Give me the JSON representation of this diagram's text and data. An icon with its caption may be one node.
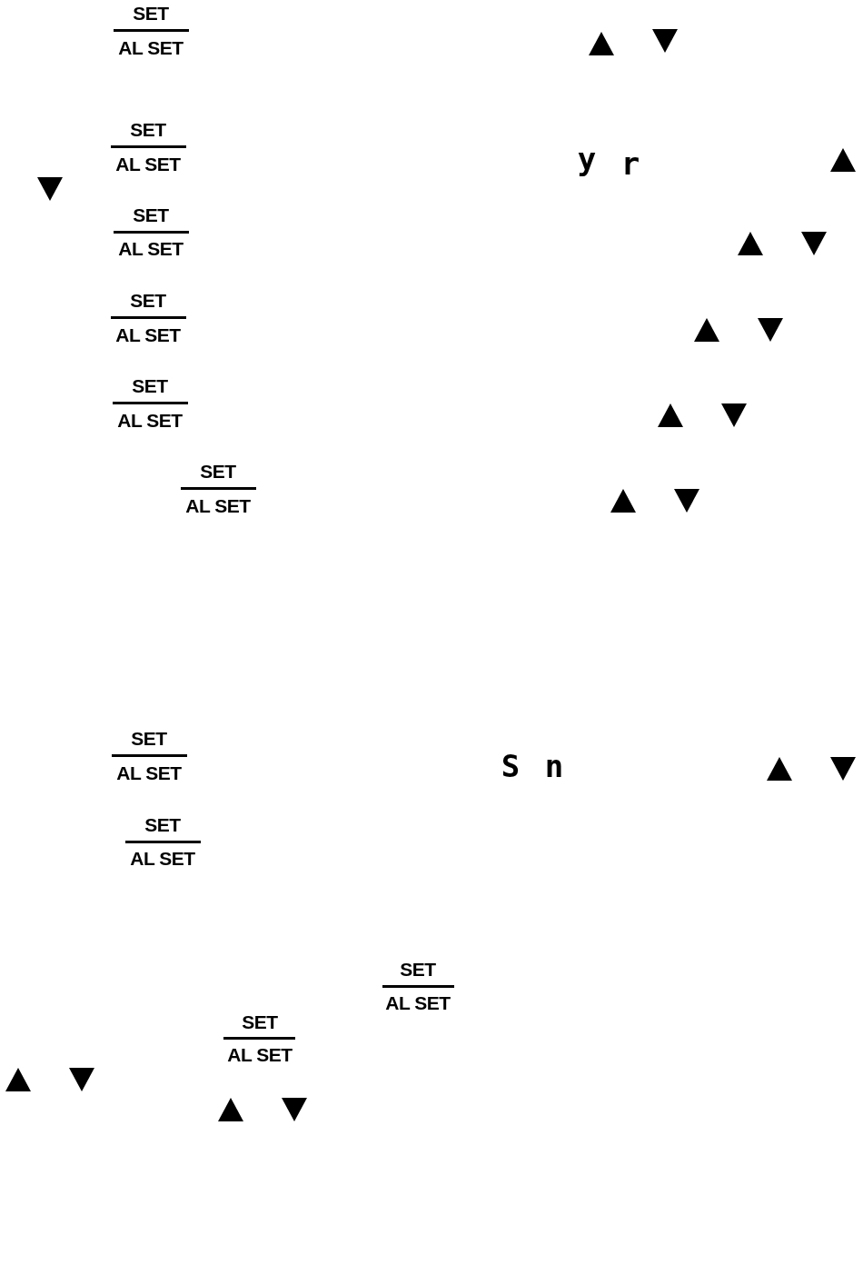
{
  "diagram": {
    "labels": [
      "SET",
      "AL SET",
      "SET",
      "AL SET",
      "y",
      "r",
      "SET",
      "AL SET",
      "SET",
      "AL SET",
      "SET",
      "AL SET",
      "SET",
      "AL SET",
      "SET",
      "AL SET",
      "S",
      "n",
      "SET",
      "AL SET",
      "SET",
      "AL SET",
      "SET",
      "AL SET"
    ]
  }
}
